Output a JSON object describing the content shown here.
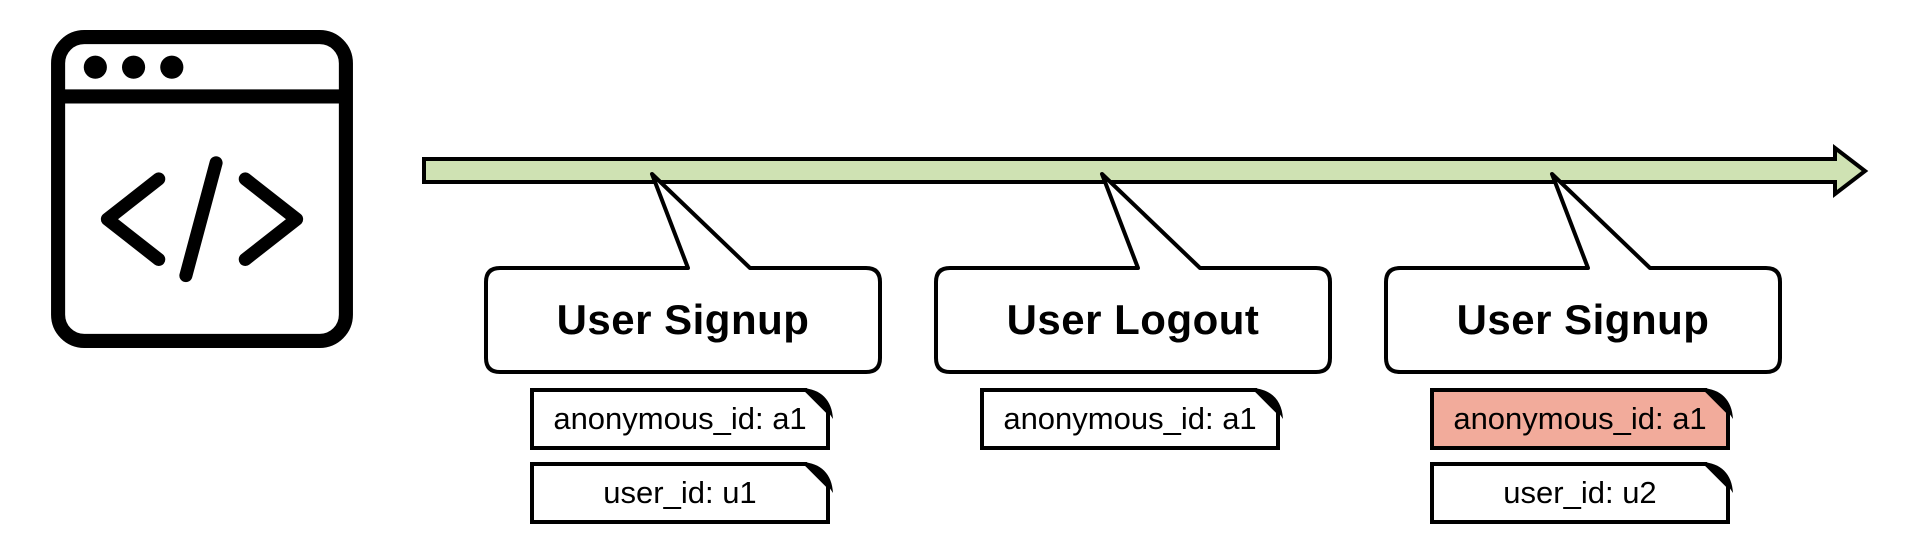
{
  "diagram": {
    "type": "timeline",
    "colors": {
      "timeline_fill": "#cfe2b3",
      "highlight_fill": "#f2ab9b",
      "stroke": "#000000",
      "bubble_fill": "#ffffff"
    },
    "icons": {
      "source": "browser-window-code-icon"
    },
    "events": [
      {
        "title": "User Signup",
        "notes": [
          {
            "text": "anonymous_id: a1",
            "highlight": false
          },
          {
            "text": "user_id: u1",
            "highlight": false
          }
        ]
      },
      {
        "title": "User Logout",
        "notes": [
          {
            "text": "anonymous_id: a1",
            "highlight": false
          }
        ]
      },
      {
        "title": "User Signup",
        "notes": [
          {
            "text": "anonymous_id: a1",
            "highlight": true
          },
          {
            "text": "user_id: u2",
            "highlight": false
          }
        ]
      }
    ]
  }
}
